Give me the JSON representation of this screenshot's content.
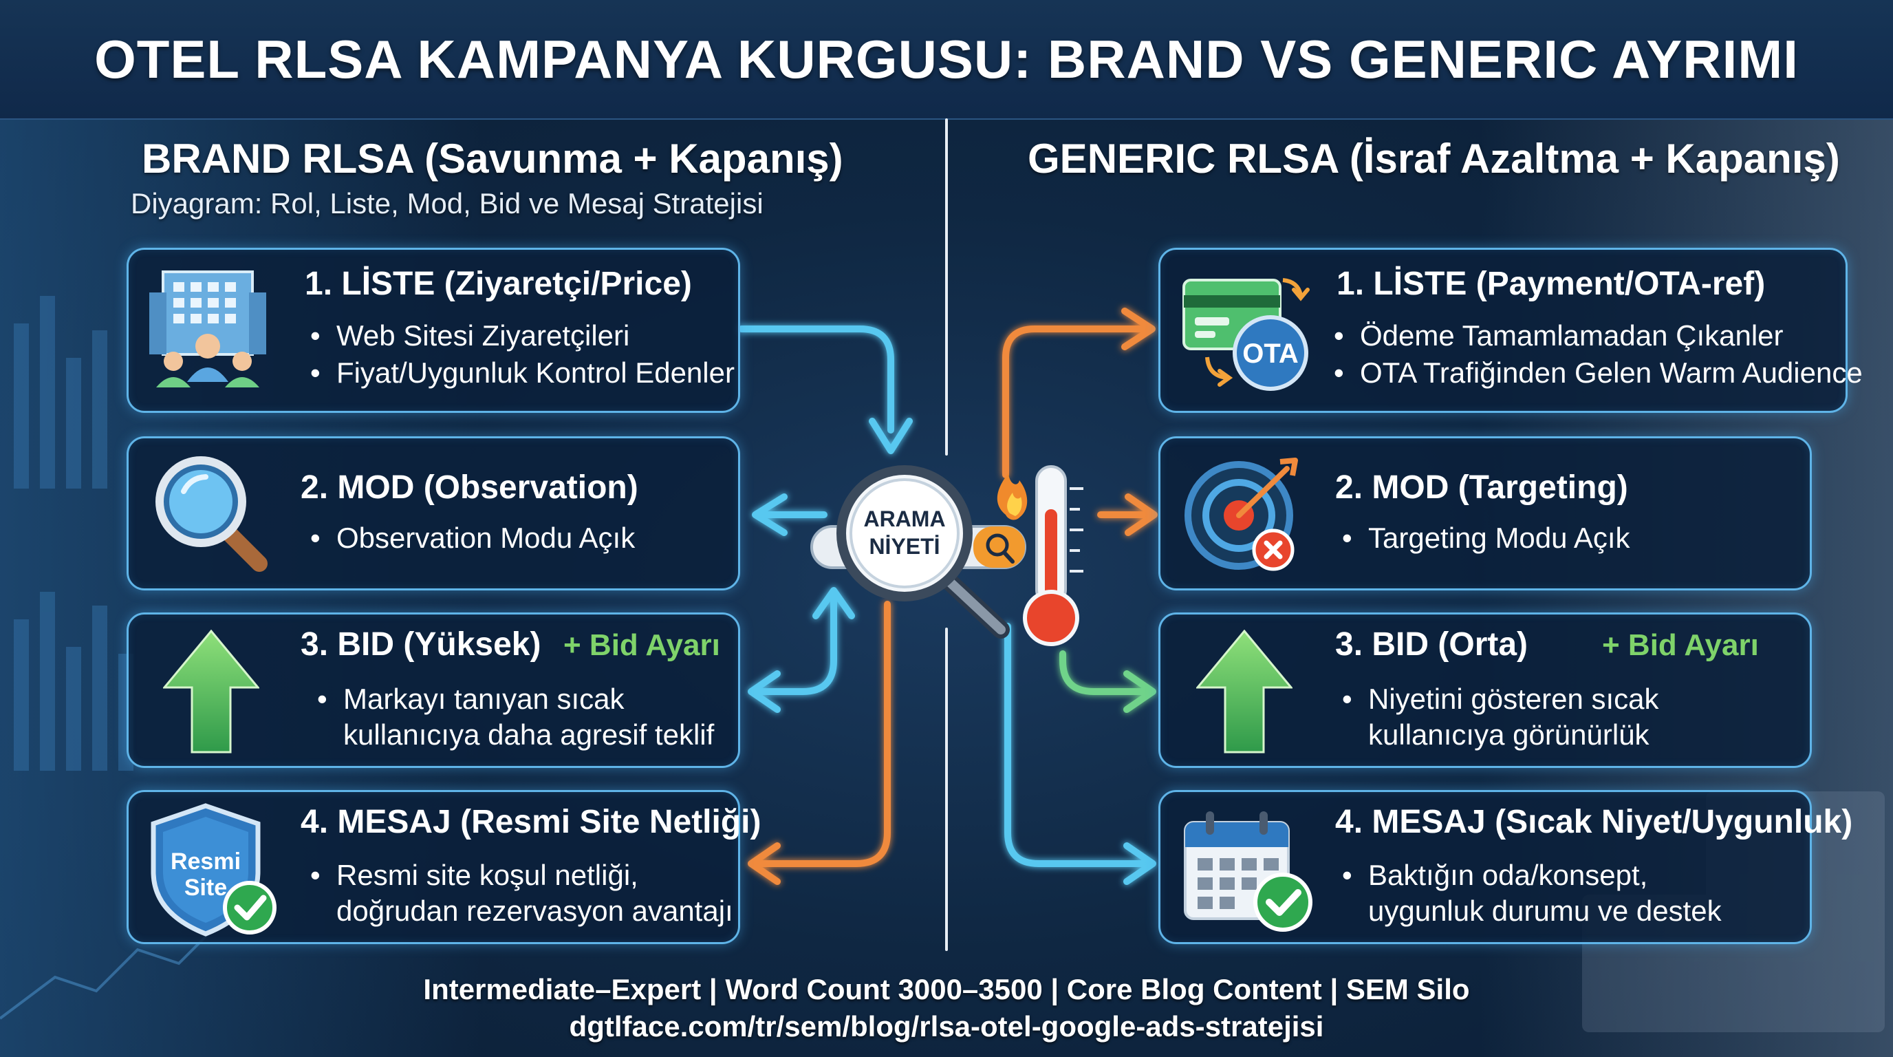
{
  "title": "OTEL RLSA KAMPANYA KURGUSU: BRAND VS GENERIC AYRIMI",
  "left": {
    "title": "BRAND RLSA (Savunma + Kapanış)",
    "subtitle": "Diyagram: Rol, Liste, Mod, Bid ve Mesaj Stratejisi",
    "cards": [
      {
        "title": "1. LİSTE (Ziyaretçi/Price)",
        "icon": "hotel-audience-icon",
        "bullets": [
          "Web Sitesi Ziyaretçileri",
          "Fiyat/Uygunluk Kontrol Edenler"
        ]
      },
      {
        "title": "2. MOD (Observation)",
        "icon": "magnifier-icon",
        "bullets": [
          "Observation Modu Açık"
        ]
      },
      {
        "title": "3. BID (Yüksek)",
        "extra": "+ Bid Ayarı",
        "icon": "arrow-up-icon",
        "bullets": [
          "Markayı tanıyan sıcak",
          "kullanıcıya daha agresif teklif"
        ]
      },
      {
        "title": "4. MESAJ (Resmi Site Netliği)",
        "icon": "official-site-shield-icon",
        "icon_text": [
          "Resmi",
          "Site"
        ],
        "bullets": [
          "Resmi site koşul netliği,",
          "doğrudan rezervasyon avantajı"
        ]
      }
    ]
  },
  "right": {
    "title": "GENERIC RLSA (İsraf Azaltma + Kapanış)",
    "cards": [
      {
        "title": "1. LİSTE (Payment/OTA-ref)",
        "icon": "payment-ota-icon",
        "icon_text": "OTA",
        "bullets": [
          "Ödeme Tamamlamadan Çıkanler",
          "OTA Trafiğinden Gelen Warm Audience"
        ]
      },
      {
        "title": "2. MOD (Targeting)",
        "icon": "target-icon",
        "bullets": [
          "Targeting Modu Açık"
        ]
      },
      {
        "title": "3. BID (Orta)",
        "extra": "+ Bid Ayarı",
        "icon": "arrow-up-icon",
        "bullets": [
          "Niyetini gösteren sıcak",
          "kullanıcıya görünürlük"
        ]
      },
      {
        "title": "4. MESAJ (Sıcak Niyet/Uygunluk)",
        "icon": "calendar-check-icon",
        "bullets": [
          "Baktığın oda/konsept,",
          "uygunluk durumu ve destek"
        ]
      }
    ]
  },
  "center": {
    "label_line1": "ARAMA",
    "label_line2": "NİYETİ",
    "icons": [
      "search-magnifier-icon",
      "flame-icon",
      "thermometer-icon"
    ]
  },
  "footer": {
    "meta": "Intermediate–Expert | Word Count 3000–3500 | Core Blog Content | SEM Silo",
    "url": "dgtlface.com/tr/sem/blog/rlsa-otel-google-ads-stratejisi"
  },
  "colors": {
    "card_border": "#5fb4e8",
    "arrow_blue": "#58c8f0",
    "arrow_orange": "#f08a3c",
    "arrow_green": "#6fd38a",
    "bid_green": "#7fd36a",
    "thermo_red": "#e8452c"
  }
}
